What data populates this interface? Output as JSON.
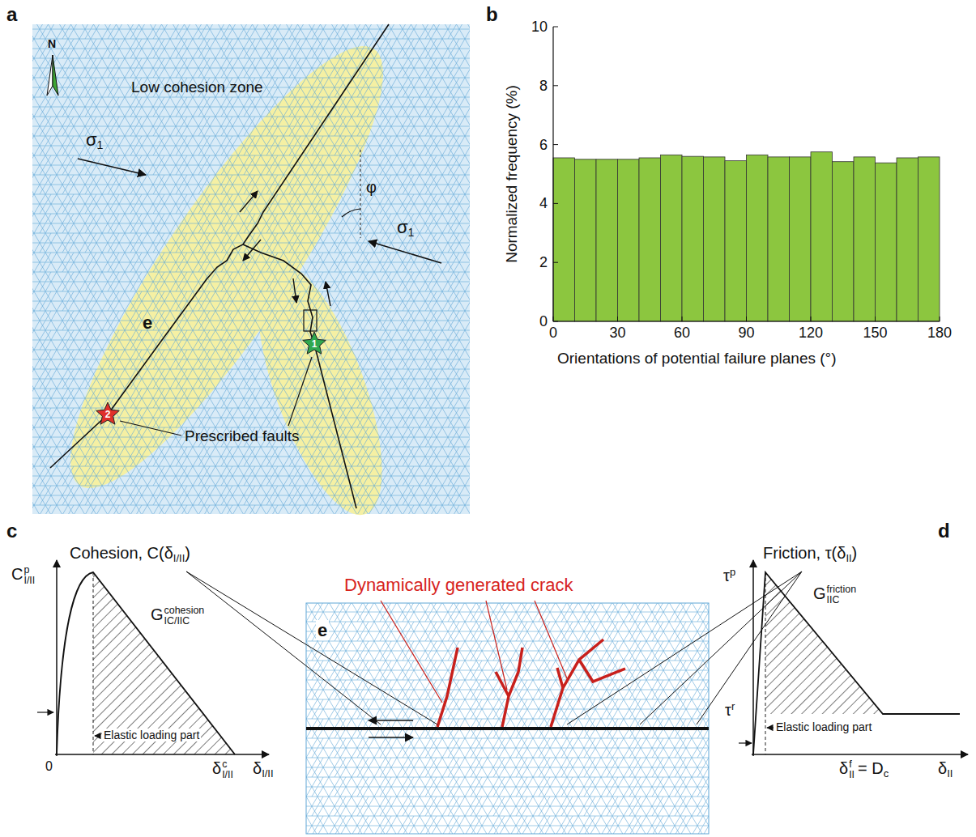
{
  "diagram": {
    "labels": [
      "a",
      "N",
      "Low cohesion zone",
      "σ",
      "1",
      "φ",
      "σ",
      "1",
      "2",
      "1",
      "e",
      "Prescribed faults",
      "b",
      "0",
      "2",
      "4",
      "6",
      "8",
      "10",
      "0",
      "30",
      "60",
      "90",
      "120",
      "150",
      "180",
      "Normalized frequency (%)",
      "Orientations of potential failure planes (°)",
      "c",
      "C",
      "p",
      "I/II",
      "Cohesion, C(δ",
      "I/II",
      ")",
      "G",
      "cohesion",
      "IC/IIC",
      "Elastic loading part",
      "0",
      "δ",
      "c",
      "I/II",
      "δ",
      "I/II",
      "e",
      "Dynamically generated crack",
      "d",
      "Friction, τ(δ",
      "II",
      ")",
      "τ",
      "p",
      "G",
      "friction",
      "IIC",
      "τ",
      "r",
      "Elastic loading part",
      "δ",
      "f",
      "II",
      "= D",
      "c",
      "δ",
      "II"
    ]
  }
}
